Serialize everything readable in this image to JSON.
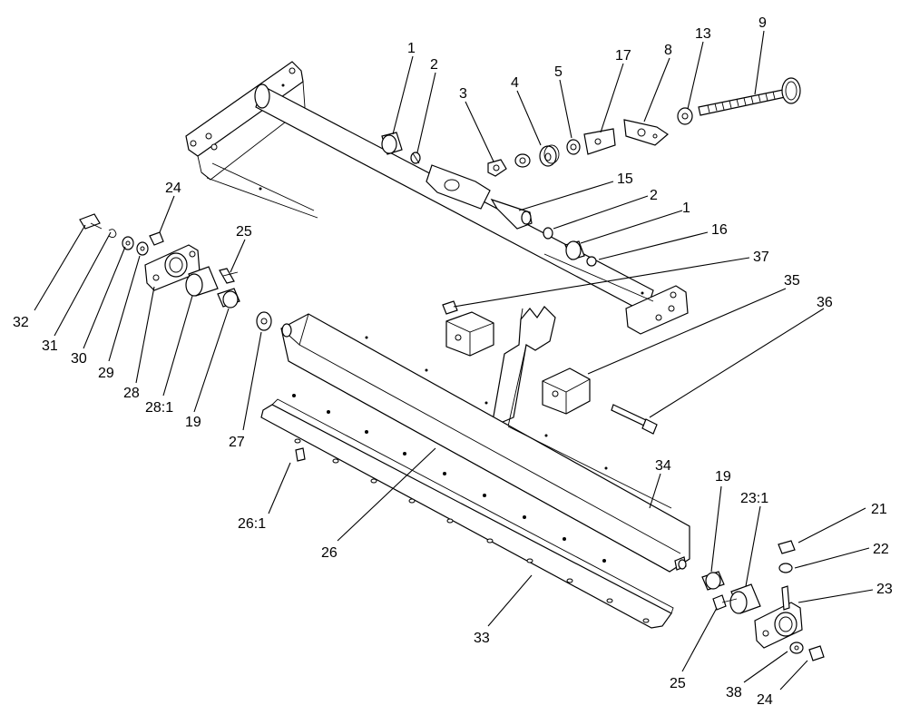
{
  "callouts": [
    {
      "id": "c1a",
      "text": "1"
    },
    {
      "id": "c2a",
      "text": "2"
    },
    {
      "id": "c3",
      "text": "3"
    },
    {
      "id": "c4",
      "text": "4"
    },
    {
      "id": "c5",
      "text": "5"
    },
    {
      "id": "c17",
      "text": "17"
    },
    {
      "id": "c8",
      "text": "8"
    },
    {
      "id": "c13",
      "text": "13"
    },
    {
      "id": "c9",
      "text": "9"
    },
    {
      "id": "c15",
      "text": "15"
    },
    {
      "id": "c2b",
      "text": "2"
    },
    {
      "id": "c1b",
      "text": "1"
    },
    {
      "id": "c16",
      "text": "16"
    },
    {
      "id": "c37",
      "text": "37"
    },
    {
      "id": "c35",
      "text": "35"
    },
    {
      "id": "c36",
      "text": "36"
    },
    {
      "id": "c24a",
      "text": "24"
    },
    {
      "id": "c25a",
      "text": "25"
    },
    {
      "id": "c32",
      "text": "32"
    },
    {
      "id": "c31",
      "text": "31"
    },
    {
      "id": "c30",
      "text": "30"
    },
    {
      "id": "c29",
      "text": "29"
    },
    {
      "id": "c28",
      "text": "28"
    },
    {
      "id": "c281",
      "text": "28:1"
    },
    {
      "id": "c19a",
      "text": "19"
    },
    {
      "id": "c27",
      "text": "27"
    },
    {
      "id": "c261",
      "text": "26:1"
    },
    {
      "id": "c26",
      "text": "26"
    },
    {
      "id": "c34",
      "text": "34"
    },
    {
      "id": "c33",
      "text": "33"
    },
    {
      "id": "c19b",
      "text": "19"
    },
    {
      "id": "c231",
      "text": "23:1"
    },
    {
      "id": "c21",
      "text": "21"
    },
    {
      "id": "c22",
      "text": "22"
    },
    {
      "id": "c23",
      "text": "23"
    },
    {
      "id": "c25b",
      "text": "25"
    },
    {
      "id": "c38",
      "text": "38"
    },
    {
      "id": "c24b",
      "text": "24"
    }
  ]
}
